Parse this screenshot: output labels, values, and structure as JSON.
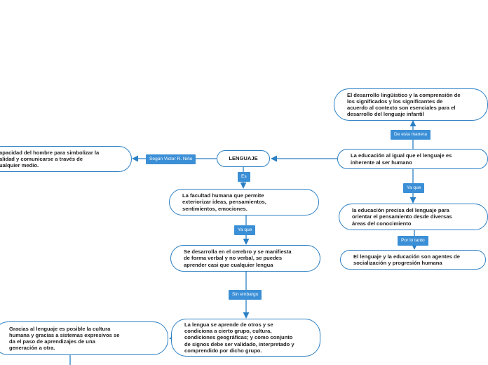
{
  "nodes": {
    "lenguaje": "LENGUAJE",
    "definicion_nino": "apacidad del hombre para simbolizar la\nalidad y comunicarse a través de\nualquier medio.",
    "facultad": "La facultad humana que permite\nexteriorizar ideas, pensamientos,\nsentimientos, emociones.",
    "cerebro": "Se desarrolla en el cerebro y se manifiesta\nde forma verbal y no verbal, se puedes\naprender casi que cualquier lengua",
    "aprende_otros": "La lengua se aprende de otros y se\ncondiciona a cierto grupo, cultura,\ncondiciones geográficas;  y  como conjunto\nde signos debe ser validado, interpretado y\ncomprendido por dicho grupo.",
    "cultura": "Gracias al lenguaje es posible la cultura\nhumana y gracias a sistemas expresivos se\nda el paso de aprendizajes de una\ngeneración a otra.",
    "educacion_inherente": "La educación al igual que el lenguaje es\ninherente al ser humano",
    "desarrollo_linguistico": "El desarrollo lingüístico y la comprensión de\nlos significados y los significantes de\nacuerdo al contexto son esenciales para el\ndesarrollo del lenguaje infantil",
    "educacion_precisa": "la educación precisa del lenguaje para\norientar el pensamiento desde diversas\náreas del conocimiento",
    "agentes": "El lenguaje y la educación son agentes de\nsocialización y progresión  humana"
  },
  "labels": {
    "segun": "Según Victor R. Niño",
    "es": "Es",
    "ya_que_1": "Ya que",
    "sin_embargo": "Sin embargo",
    "de_esta_manera": "De esta manera",
    "ya_que_2": "Ya que",
    "por_lo_tanto": "Por lo tanto"
  },
  "colors": {
    "line": "#2b7fc3",
    "label_bg": "#3b8fd6"
  }
}
